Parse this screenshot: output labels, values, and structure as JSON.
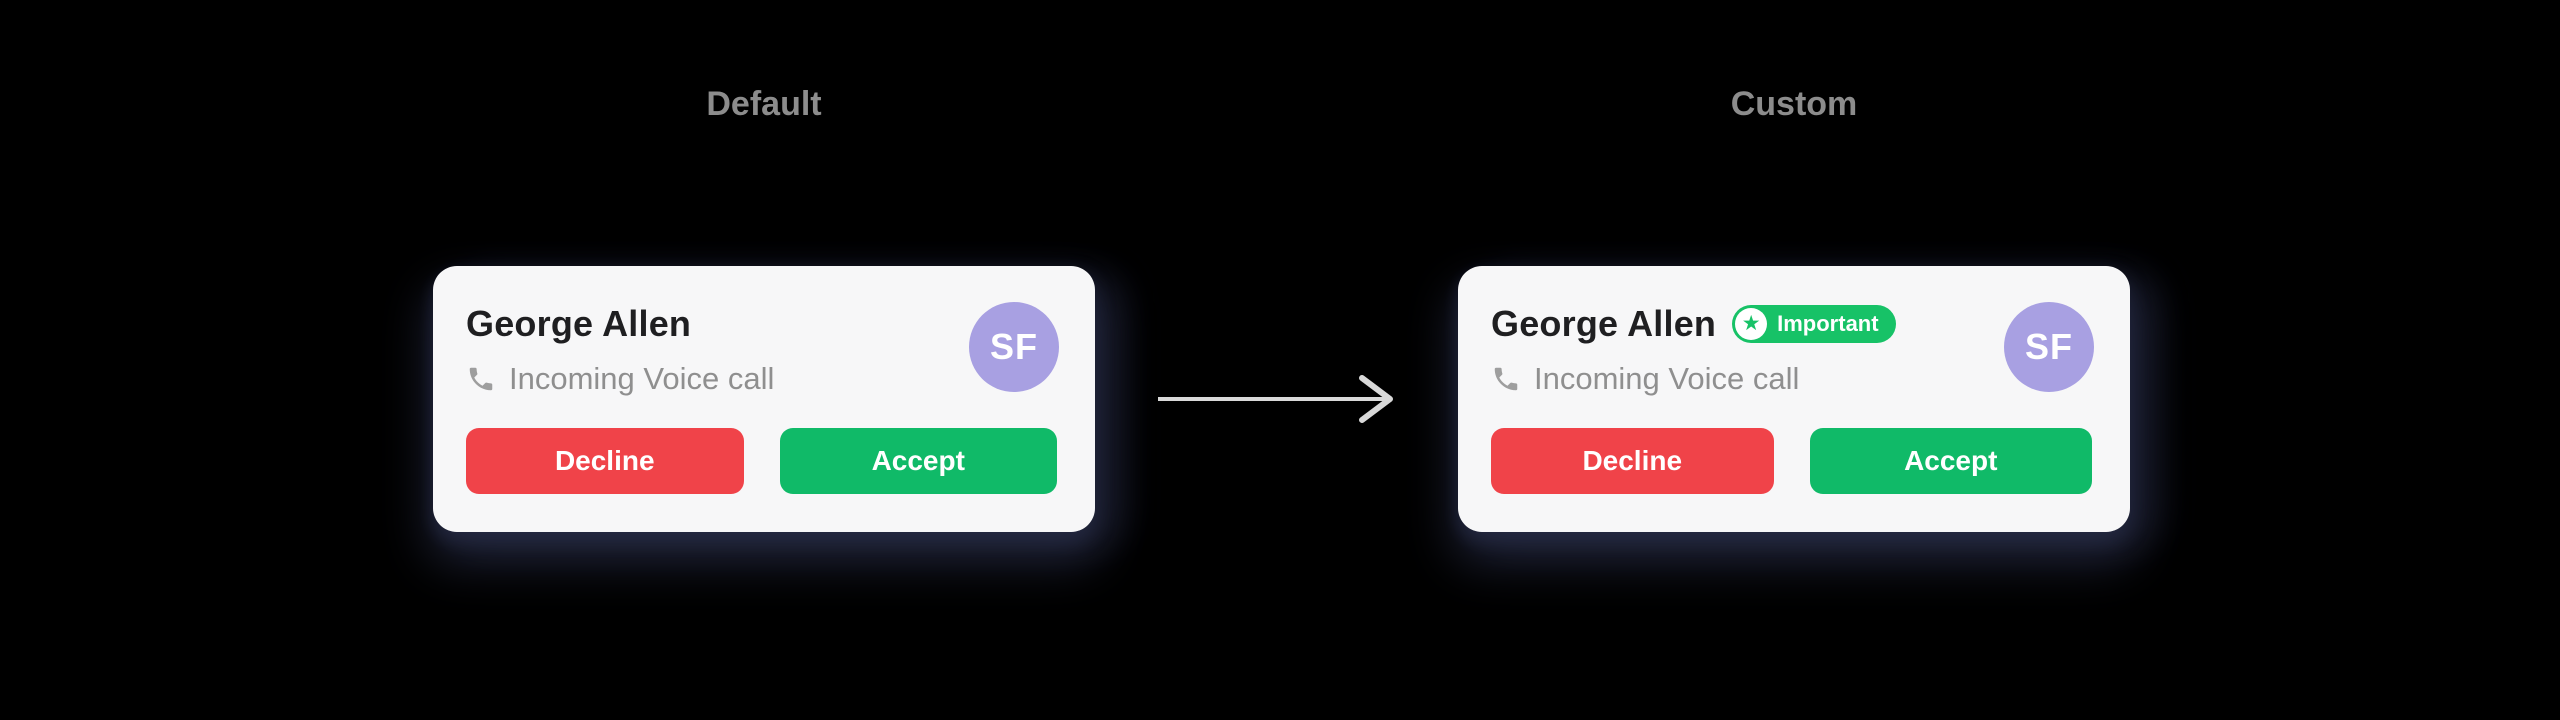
{
  "page": {
    "background": "#000000",
    "description_titles": [
      "Default",
      "Custom"
    ]
  },
  "sections": {
    "default": {
      "title": "Default",
      "card": {
        "name": "George Allen",
        "call_type": "Incoming Voice call",
        "avatar_initials": "SF",
        "decline_label": "Decline",
        "accept_label": "Accept"
      }
    },
    "custom": {
      "title": "Custom",
      "card": {
        "name": "George Allen",
        "badge": {
          "label": "Important",
          "icon": "star-icon"
        },
        "call_type": "Incoming Voice call",
        "avatar_initials": "SF",
        "decline_label": "Decline",
        "accept_label": "Accept"
      }
    }
  },
  "icons": {
    "phone": "phone-receiver-icon",
    "star": "star-icon",
    "arrow": "right-arrow-icon"
  },
  "glyphs": {
    "star": "★"
  },
  "colors": {
    "background": "#000000",
    "card_background": "#f7f7f8",
    "heading_text": "#8c8c8c",
    "title_text": "#1f1f21",
    "subtitle_text": "#8f8f8f",
    "icon_gray": "#9e9e9e",
    "decline_button": "#f04349",
    "accept_button": "#10ba68",
    "badge_green": "#17c267",
    "avatar_purple": "#a8a0e2",
    "arrow": "#d9d9d9",
    "button_text": "#ffffff"
  }
}
